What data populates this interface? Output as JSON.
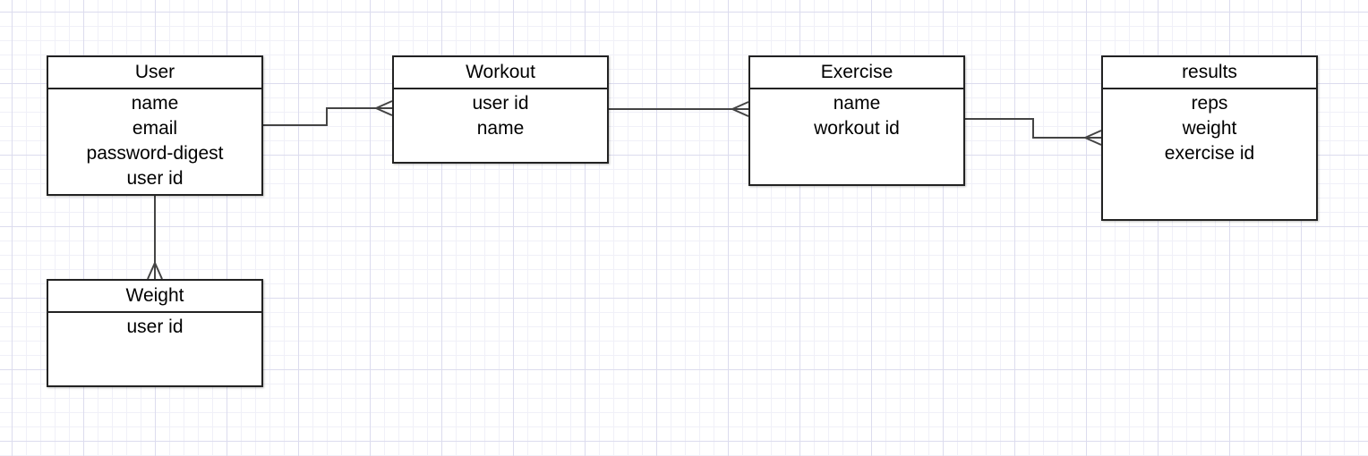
{
  "entities": [
    {
      "id": "user",
      "title": "User",
      "fields": [
        "name",
        "email",
        "password-digest",
        "user id"
      ]
    },
    {
      "id": "workout",
      "title": "Workout",
      "fields": [
        "user id",
        "name"
      ]
    },
    {
      "id": "exercise",
      "title": "Exercise",
      "fields": [
        "name",
        "workout id"
      ]
    },
    {
      "id": "results",
      "title": "results",
      "fields": [
        "reps",
        "weight",
        "exercise id"
      ]
    },
    {
      "id": "weight",
      "title": "Weight",
      "fields": [
        "user id"
      ]
    }
  ],
  "relationships": [
    {
      "from": "User",
      "to": "Workout",
      "cardinality": "one-to-many"
    },
    {
      "from": "Workout",
      "to": "Exercise",
      "cardinality": "one-to-many"
    },
    {
      "from": "Exercise",
      "to": "results",
      "cardinality": "one-to-many"
    },
    {
      "from": "User",
      "to": "Weight",
      "cardinality": "one-to-many"
    }
  ],
  "colors": {
    "border": "#222222",
    "connector": "#444444",
    "grid_major": "#dcdcee",
    "grid_minor": "#f0f0f8"
  }
}
